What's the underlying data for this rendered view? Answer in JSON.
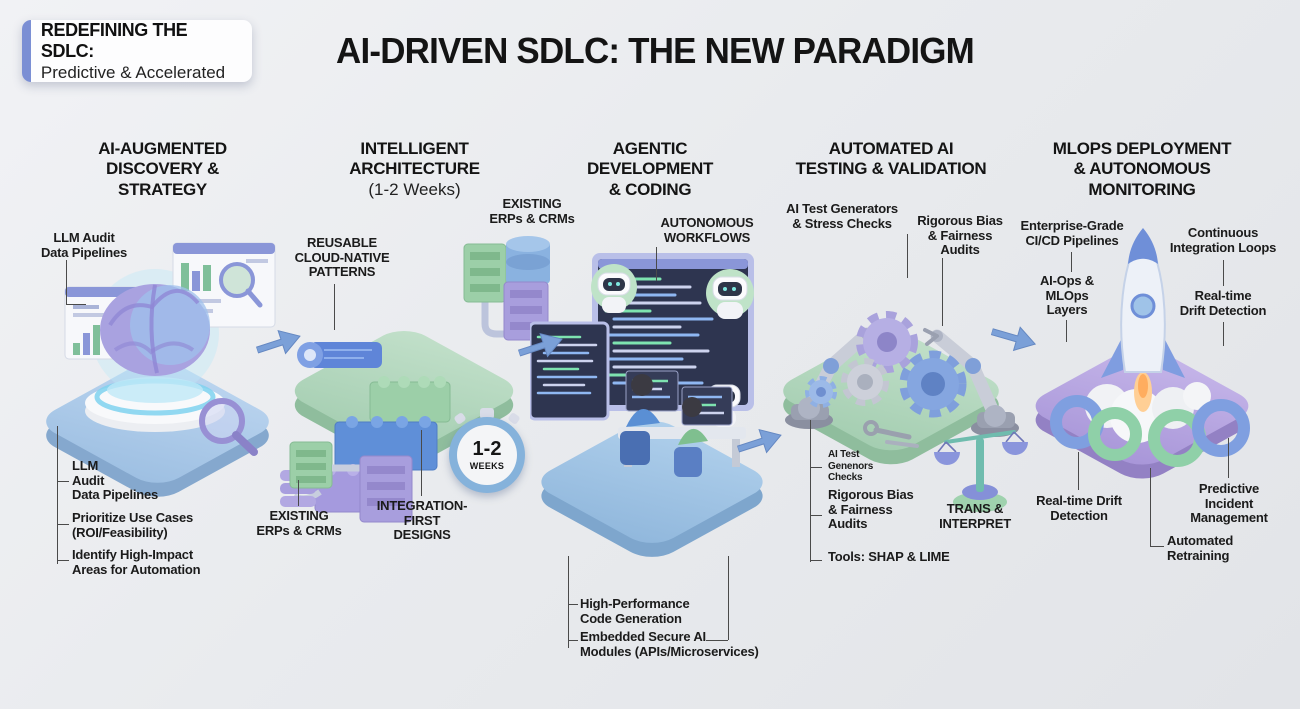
{
  "header": {
    "badge": {
      "title": "REDEFINING THE SDLC:",
      "subtitle": "Predictive & Accelerated"
    },
    "title": "AI-DRIVEN SDLC: THE NEW PARADIGM"
  },
  "stages": [
    {
      "heading": "AI-AUGMENTED\nDISCOVERY &\nSTRATEGY",
      "label_top": "LLM Audit\nData Pipelines",
      "label_bottom1": "LLM\nAudit\nData Pipelines",
      "label_bottom2": "Prioritize Use Cases\n(ROI/Feasibility)",
      "label_bottom3": "Identify High-Impact\nAreas for Automation"
    },
    {
      "heading": "INTELLIGENT\nARCHITECTURE",
      "heading_sub": "(1-2 Weeks)",
      "label_patterns": "REUSABLE\nCLOUD-NATIVE\nPATTERNS",
      "label_existing_top": "EXISTING\nERPs & CRMs",
      "label_existing_bottom": "EXISTING\nERPs & CRMs",
      "label_integration": "INTEGRATION-\nFIRST\nDESIGNS",
      "stopwatch": {
        "line1": "1-2",
        "line2": "WEEKS"
      }
    },
    {
      "heading": "AGENTIC\nDEVELOPMENT\n& CODING",
      "label_autonomous": "AUTONOMOUS\nWORKFLOWS",
      "label_highperf": "High-Performance\nCode Generation",
      "label_embedded": "Embedded Secure AI\nModules (APIs/Microservices)"
    },
    {
      "heading": "AUTOMATED AI\nTESTING & VALIDATION",
      "label_generators": "AI Test Generators\n& Stress Checks",
      "label_bias_top": "Rigorous Bias\n& Fairness\nAudits",
      "label_small": "AI Test\nGenenors\nChecks",
      "label_bias_bottom": "Rigorous Bias\n& Fairness\nAudits",
      "label_trans": "TRANS &\nINTERPRET",
      "label_tools": "Tools: SHAP & LIME"
    },
    {
      "heading": "MLOPS DEPLOYMENT\n& AUTONOMOUS\nMONITORING",
      "label_cicd": "Enterprise-Grade\nCI/CD Pipelines",
      "label_aiops": "AI-Ops &\nMLOps\nLayers",
      "label_loops": "Continuous\nIntegration Loops",
      "label_drift_top": "Real-time\nDrift Detection",
      "label_drift_bottom": "Real-time Drift\nDetection",
      "label_incident": "Predictive\nIncident\nManagement",
      "label_retraining": "Automated\nRetraining"
    }
  ],
  "colors": {
    "accent_blue": "#7b8fd4",
    "platform_blue": "#a9c7e9",
    "platform_green": "#b5d9bd",
    "platform_purple": "#b9a8e0",
    "arrow_blue": "#7ba0d8"
  }
}
